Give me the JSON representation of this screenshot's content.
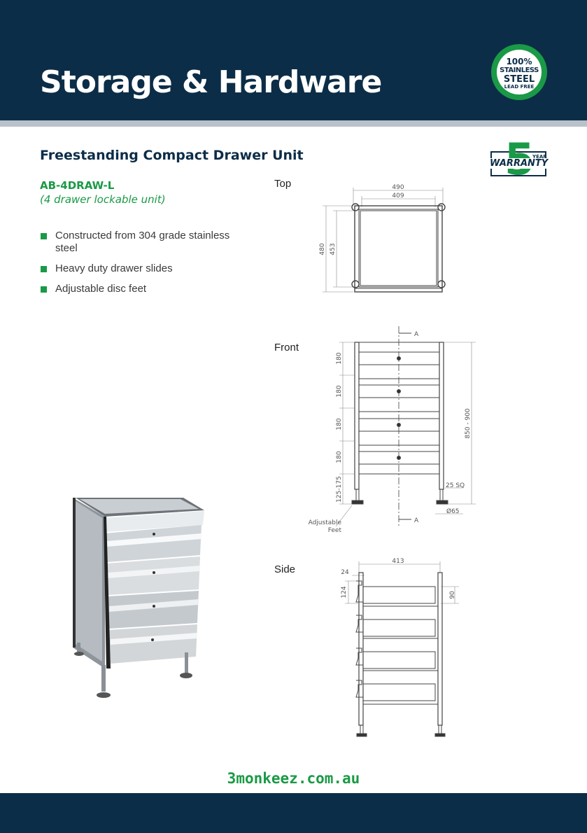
{
  "header": {
    "title": "Storage & Hardware",
    "badge": {
      "line1": "100%",
      "line2": "STAINLESS",
      "line3": "STEEL",
      "line4": "LEAD FREE"
    }
  },
  "warranty": {
    "number": "5",
    "year": "YEAR",
    "word": "WARRANTY"
  },
  "product": {
    "title": "Freestanding Compact Drawer Unit",
    "code": "AB-4DRAW-L",
    "subtitle": "(4 drawer lockable unit)",
    "features": [
      "Constructed from 304 grade stainless steel",
      "Heavy duty drawer slides",
      "Adjustable disc feet"
    ]
  },
  "views": {
    "top": {
      "label": "Top",
      "dims": {
        "outer_width": "490",
        "inner_width": "409",
        "outer_depth": "480",
        "inner_depth": "453"
      }
    },
    "front": {
      "label": "Front",
      "dims": {
        "drawer": "180",
        "leg": "125-175",
        "height": "850 - 900",
        "post": "25 SQ",
        "foot": "Ø65",
        "section": "A"
      },
      "feet_label_1": "Adjustable",
      "feet_label_2": "Feet"
    },
    "side": {
      "label": "Side",
      "dims": {
        "width": "413",
        "lip": "24",
        "front_height": "124",
        "drawer_height": "90"
      }
    }
  },
  "colors": {
    "navy": "#0c2d48",
    "green": "#1a9a46",
    "stripe": "#b9c2ca"
  },
  "footer": {
    "url": "3monkeez.com.au"
  }
}
